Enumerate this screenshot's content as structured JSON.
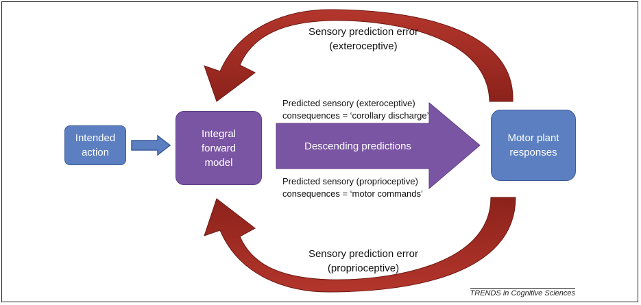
{
  "nodes": {
    "intended_action": "Intended\naction",
    "forward_model": "Integral\nforward\nmodel",
    "motor_plant": "Motor plant\nresponses"
  },
  "arrows": {
    "descending": "Descending predictions"
  },
  "labels": {
    "top_error": "Sensory prediction error\n(exteroceptive)",
    "bottom_error": "Sensory prediction error\n(proprioceptive)",
    "predicted_extero": "Predicted sensory (exteroceptive)\nconsequences = ‘corollary discharge’",
    "predicted_proprio": "Predicted sensory (proprioceptive)\nconsequences = ‘motor commands’"
  },
  "credit": "TRENDS in Cognitive Sciences",
  "colors": {
    "blue_box": "#5b7fc0",
    "purple": "#7a55a3",
    "red_arrow": "#9e2a22"
  }
}
